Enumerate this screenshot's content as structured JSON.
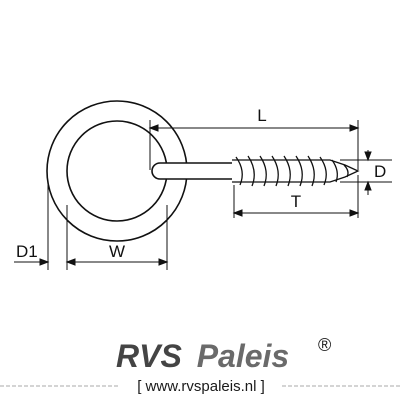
{
  "diagram": {
    "labels": {
      "length": "L",
      "thread_length": "T",
      "diameter": "D",
      "wire_diameter": "D1",
      "width": "W"
    }
  },
  "footer": {
    "brand_part1": "RVS",
    "brand_part2": "Paleis",
    "registered_mark": "®",
    "website": "[ www.rvspaleis.nl ]"
  },
  "colors": {
    "brand_dark": "#444444",
    "brand_mid": "#6a6a6a",
    "line": "#111111",
    "rule": "#aaaaaa"
  }
}
